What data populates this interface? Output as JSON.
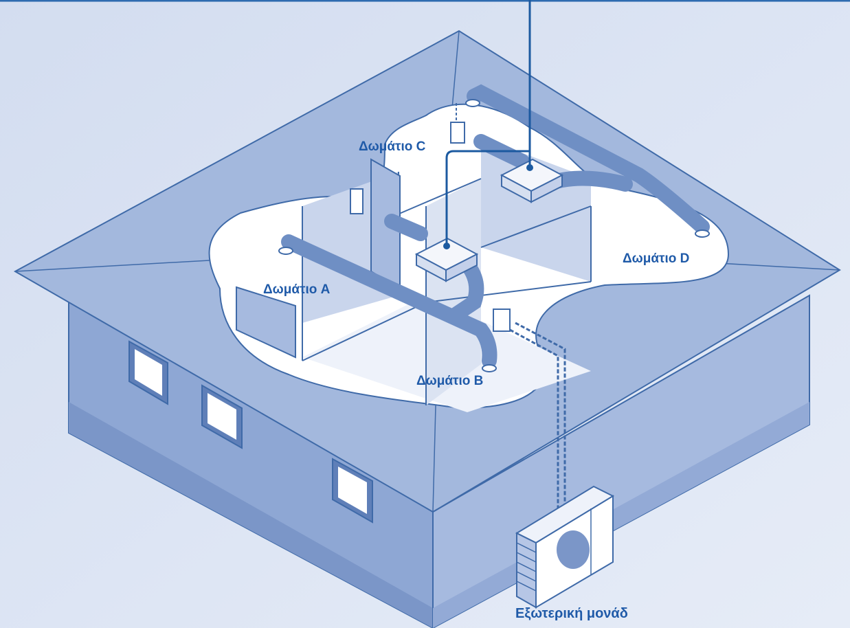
{
  "labels": {
    "room_c": "Δωμάτιο C",
    "room_a": "Δωμάτιο A",
    "room_d": "Δωμάτιο D",
    "room_b": "Δωμάτιο B",
    "outdoor_unit": "Εξωτερική μονάδ"
  },
  "colors": {
    "background": "#dfe6f4",
    "roof": "#a3b8dd",
    "wall_left": "#8ea7d4",
    "wall_right": "#a6badf",
    "interior": "#ffffff",
    "outline": "#3f6aa8",
    "duct": "#6f8fc4",
    "leader_line": "#1c5aa0",
    "label_text": "#1f5aa8"
  }
}
